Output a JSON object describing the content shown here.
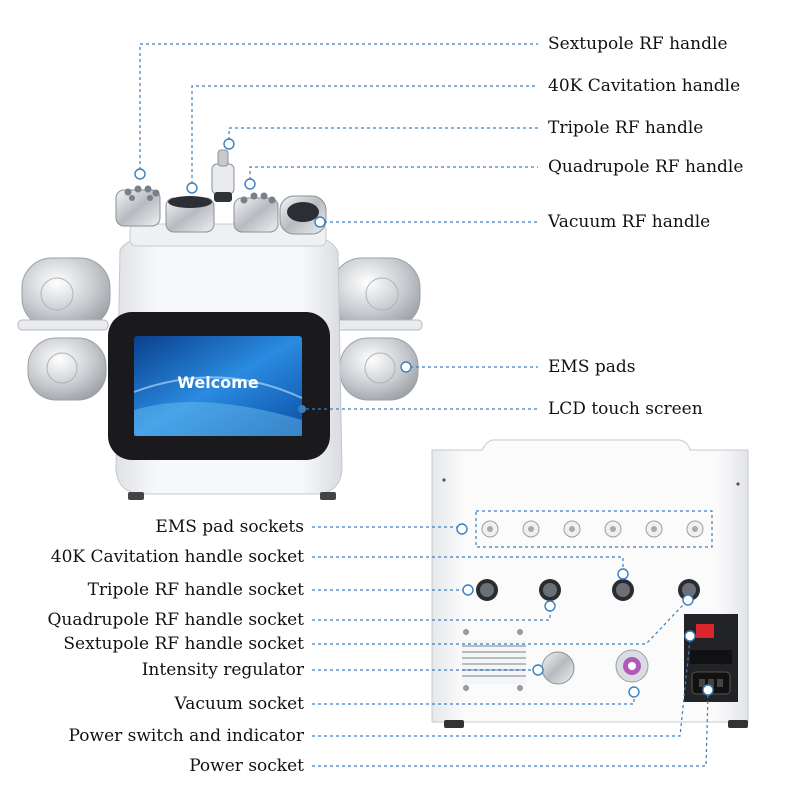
{
  "screen_text": "Welcome",
  "labels_right": [
    "Sextupole RF handle",
    "40K Cavitation handle",
    "Tripole RF handle",
    "Quadrupole RF handle",
    "Vacuum RF handle",
    "EMS pads",
    "LCD touch screen"
  ],
  "labels_left": [
    "EMS pad sockets",
    "40K Cavitation handle socket",
    "Tripole RF handle socket",
    "Quadrupole RF handle socket",
    "Sextupole RF handle socket",
    "Intensity regulator",
    "Vacuum socket",
    "Power switch and indicator",
    "Power socket"
  ],
  "colors": {
    "leader_line": "#3a7fc0",
    "screen_bg": "#1e6fc0",
    "switch_red": "#d8262c"
  }
}
